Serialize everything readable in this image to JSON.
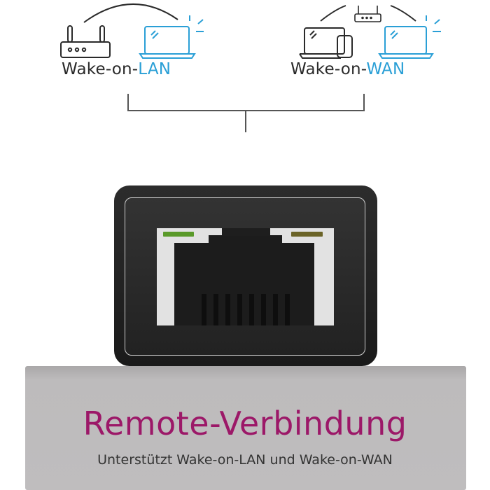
{
  "diagram": {
    "left": {
      "label_prefix": "Wake-on-",
      "label_accent": "LAN",
      "icons": [
        "router-icon",
        "laptop-icon"
      ]
    },
    "right": {
      "label_prefix": "Wake-on-",
      "label_accent": "WAN",
      "icons": [
        "router-icon",
        "laptop-icon",
        "smartphone-icon",
        "laptop-icon"
      ]
    }
  },
  "device": {
    "type": "rj45-ethernet-port",
    "led_left_color": "#5a9a2a",
    "led_right_color": "#6b6428"
  },
  "panel": {
    "title": "Remote-Verbindung",
    "subtitle": "Unterstützt Wake-on-LAN und Wake-on-WAN"
  },
  "colors": {
    "accent": "#2a9fd6",
    "title": "#9c1868",
    "panel_bg": "#bfbdbe"
  }
}
